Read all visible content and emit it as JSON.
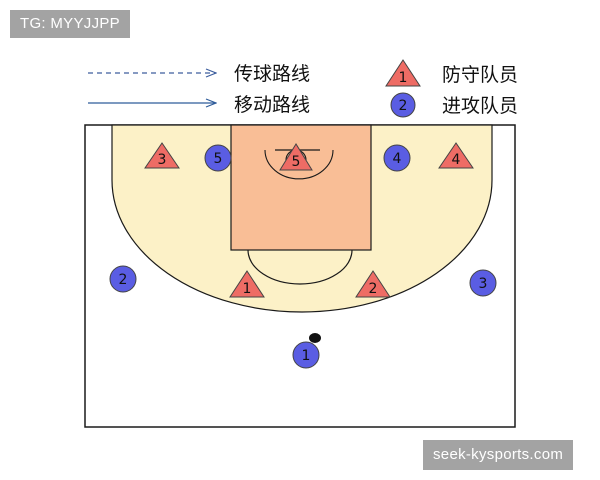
{
  "watermark_top": "TG: MYYJJPP",
  "watermark_bottom": "seek-kysports.com",
  "legend": {
    "pass_line": "传球路线",
    "move_line": "移动路线",
    "defender": "防守队员",
    "defender_symbol": "1",
    "attacker": "进攻队员",
    "attacker_symbol": "2"
  },
  "defenders": [
    "1",
    "2",
    "3",
    "4",
    "5"
  ],
  "attackers": [
    "1",
    "2",
    "3",
    "4",
    "5"
  ],
  "colors": {
    "three_point_area": "#fcf1c7",
    "paint": "#f9be96",
    "defender_fill": "#ee6c65",
    "attacker_fill": "#5a5de3",
    "line": "#1a1a1a",
    "pass_arrow": "#3d5e9e",
    "move_arrow": "#2f5c9a"
  }
}
